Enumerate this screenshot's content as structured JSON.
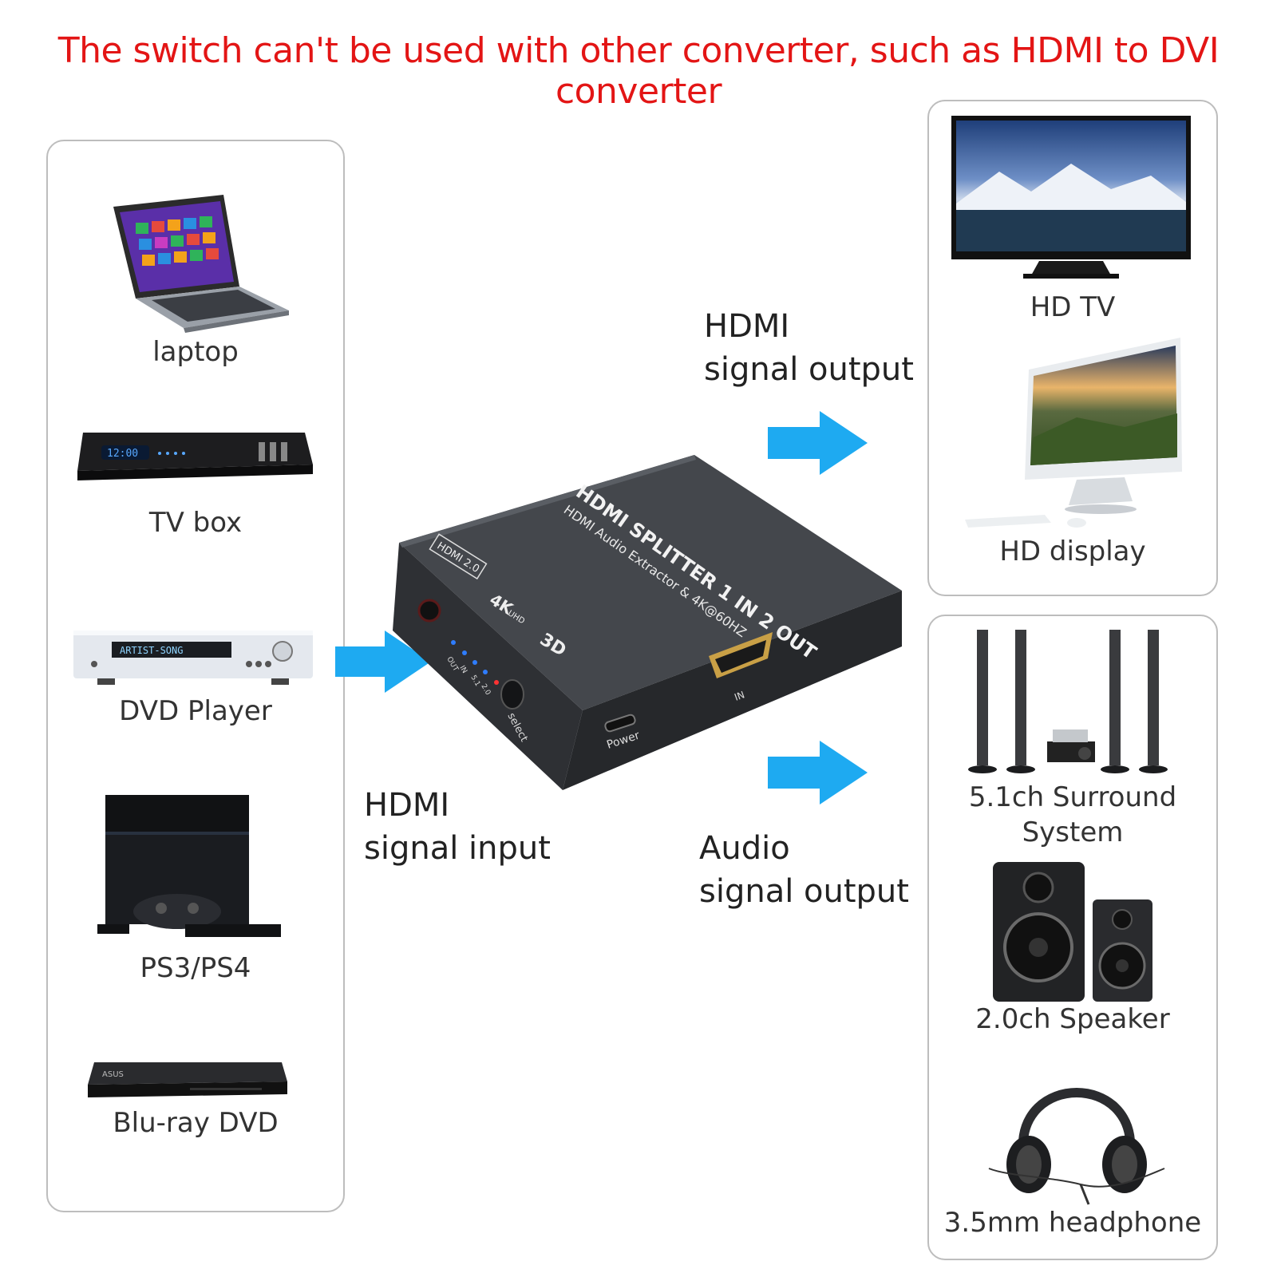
{
  "headline": "The switch can't be used with other converter, such as HDMI to DVI converter",
  "sources": [
    {
      "label": "laptop"
    },
    {
      "label": "TV box"
    },
    {
      "label": "DVD Player"
    },
    {
      "label": "PS3/PS4"
    },
    {
      "label": "Blu-ray DVD"
    }
  ],
  "video_outputs": [
    {
      "label": "HD TV"
    },
    {
      "label": "HD display"
    }
  ],
  "audio_outputs": [
    {
      "label": "5.1ch Surround System"
    },
    {
      "label": "2.0ch Speaker"
    },
    {
      "label": "3.5mm headphone"
    }
  ],
  "flow": {
    "input_line1": "HDMI",
    "input_line2": "signal input",
    "hdmi_out_line1": "HDMI",
    "hdmi_out_line2": "signal output",
    "audio_out_line1": "Audio",
    "audio_out_line2": "signal output"
  },
  "device": {
    "title": "HDMI SPLITTER 1 IN 2 OUT",
    "subtitle": "HDMI Audio Extractor & 4K@60HZ",
    "badge_hdmi": "HDMI 2.0",
    "badge_4k": "4K",
    "badge_uhd": "UHD",
    "badge_3d": "3D",
    "port_in": "IN",
    "port_power": "Power",
    "button_select": "select",
    "led_out": "OUT",
    "led_in": "IN",
    "led_51": "5.1",
    "led_20": "2.0"
  },
  "colors": {
    "headline": "#e31515",
    "arrow": "#1eaaf1",
    "device_body": "#3a3c40",
    "panel_border": "#bdbdbd"
  }
}
